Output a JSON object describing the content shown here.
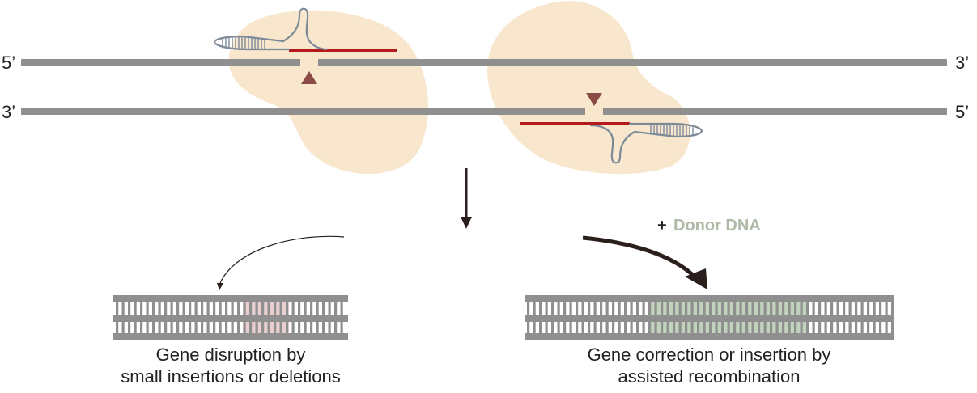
{
  "strand_labels": {
    "top_left": "5’",
    "top_right": "3’",
    "bottom_left": "3’",
    "bottom_right": "5’"
  },
  "donor": {
    "plus": "+",
    "text": "Donor DNA"
  },
  "captions": {
    "left_line1": "Gene disruption by",
    "left_line2": "small insertions or deletions",
    "right_line1": "Gene correction or insertion by",
    "right_line2": "assisted recombination"
  },
  "colors": {
    "strand": "#8f8f8f",
    "protein_blob": "#f8e6cd",
    "guide_rna": "#7d8b99",
    "target_line": "#b3191d",
    "cut_marker": "#8a4a46",
    "arrow": "#2a1f1c",
    "indel_region": "#e9cfcf",
    "donor_region": "#c2d3bd",
    "donor_text": "#aeb9a6"
  }
}
